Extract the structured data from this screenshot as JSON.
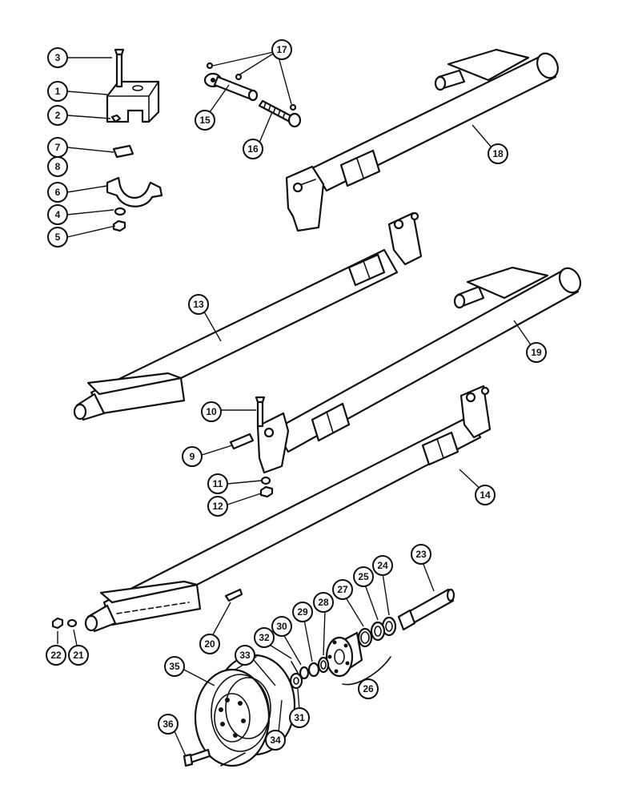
{
  "diagram": {
    "callouts": [
      {
        "id": "c1",
        "label": "1"
      },
      {
        "id": "c2",
        "label": "2"
      },
      {
        "id": "c3",
        "label": "3"
      },
      {
        "id": "c4",
        "label": "4"
      },
      {
        "id": "c5",
        "label": "5"
      },
      {
        "id": "c6",
        "label": "6"
      },
      {
        "id": "c7",
        "label": "7"
      },
      {
        "id": "c8",
        "label": "8"
      },
      {
        "id": "c9",
        "label": "9"
      },
      {
        "id": "c10",
        "label": "10"
      },
      {
        "id": "c11",
        "label": "11"
      },
      {
        "id": "c12",
        "label": "12"
      },
      {
        "id": "c13",
        "label": "13"
      },
      {
        "id": "c14",
        "label": "14"
      },
      {
        "id": "c15",
        "label": "15"
      },
      {
        "id": "c16",
        "label": "16"
      },
      {
        "id": "c17",
        "label": "17"
      },
      {
        "id": "c18",
        "label": "18"
      },
      {
        "id": "c19",
        "label": "19"
      },
      {
        "id": "c20",
        "label": "20"
      },
      {
        "id": "c21",
        "label": "21"
      },
      {
        "id": "c22",
        "label": "22"
      },
      {
        "id": "c23",
        "label": "23"
      },
      {
        "id": "c24",
        "label": "24"
      },
      {
        "id": "c25",
        "label": "25"
      },
      {
        "id": "c26",
        "label": "26"
      },
      {
        "id": "c27",
        "label": "27"
      },
      {
        "id": "c28",
        "label": "28"
      },
      {
        "id": "c29",
        "label": "29"
      },
      {
        "id": "c30",
        "label": "30"
      },
      {
        "id": "c31",
        "label": "31"
      },
      {
        "id": "c32",
        "label": "32"
      },
      {
        "id": "c33",
        "label": "33"
      },
      {
        "id": "c34",
        "label": "34"
      },
      {
        "id": "c35",
        "label": "35"
      },
      {
        "id": "c36",
        "label": "36"
      }
    ]
  }
}
